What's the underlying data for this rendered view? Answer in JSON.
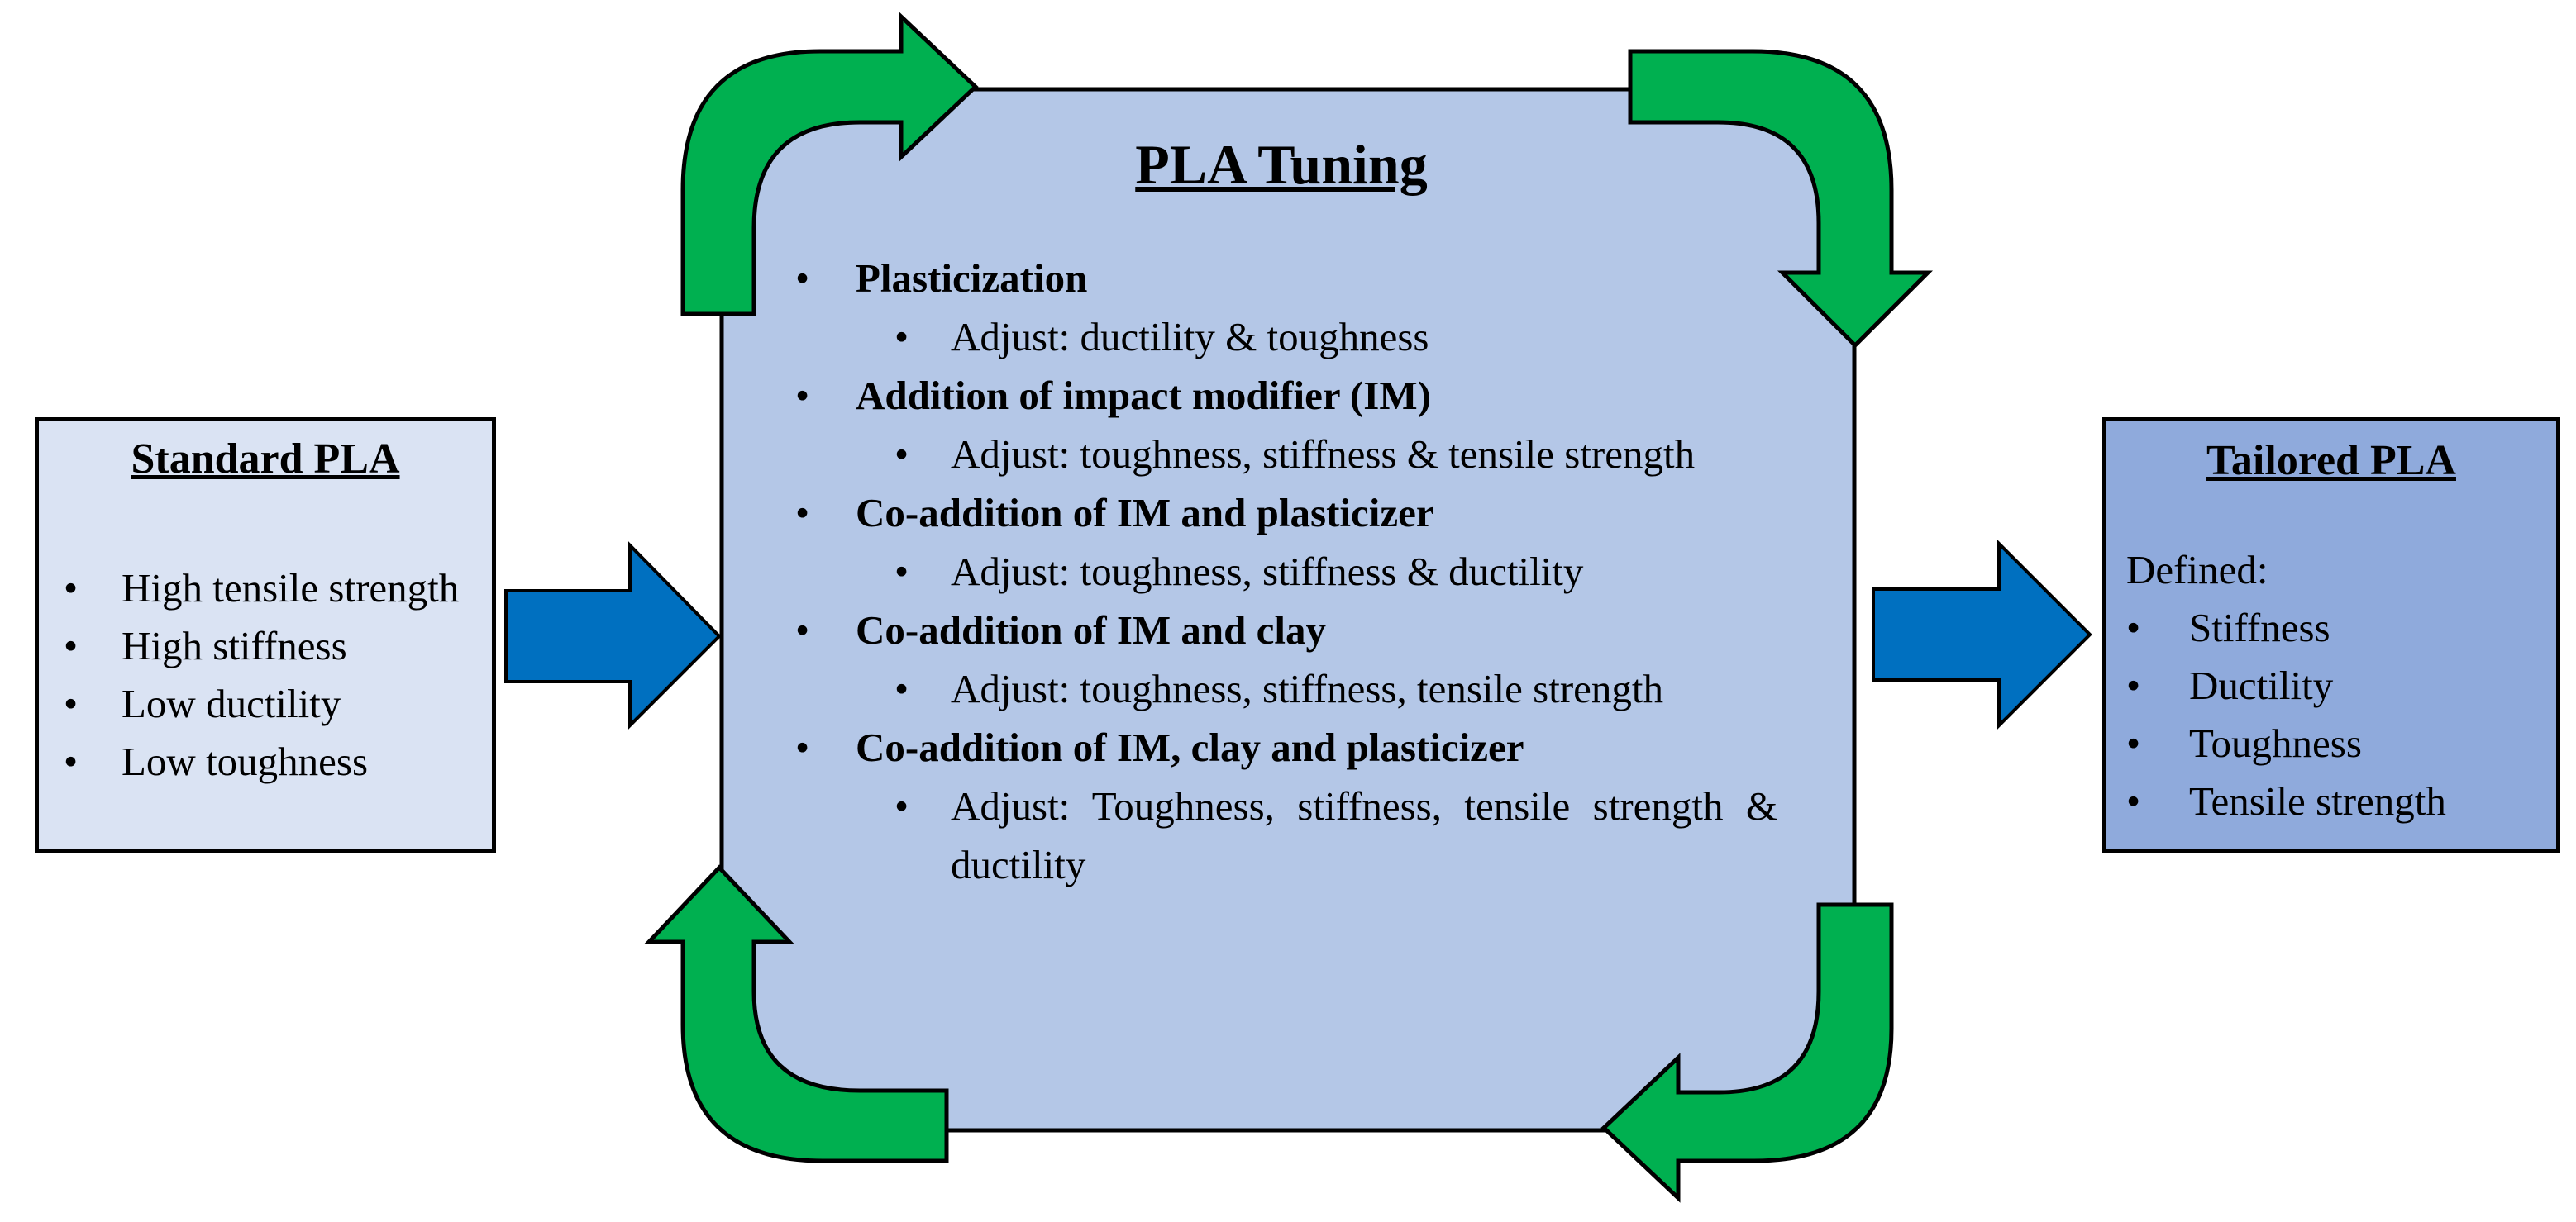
{
  "colors": {
    "standard_fill": "#dae3f3",
    "tuning_fill": "#b4c7e7",
    "tailored_fill": "#8faadc",
    "arrow_blue": "#0070c0",
    "arrow_green": "#00b050",
    "outline": "#000000"
  },
  "standard": {
    "title": "Standard PLA",
    "items": [
      "High tensile strength",
      "High stiffness",
      "Low ductility",
      "Low toughness"
    ]
  },
  "tuning": {
    "title": "PLA Tuning",
    "items": [
      {
        "head": "Plasticization",
        "sub": "Adjust: ductility & toughness"
      },
      {
        "head": "Addition of impact modifier (IM)",
        "sub": "Adjust: toughness, stiffness & tensile strength"
      },
      {
        "head": "Co-addition of IM and plasticizer",
        "sub": "Adjust: toughness, stiffness & ductility"
      },
      {
        "head": "Co-addition of IM and clay",
        "sub": "Adjust: toughness, stiffness, tensile strength"
      },
      {
        "head": "Co-addition of IM, clay and plasticizer",
        "sub": "Adjust: Toughness, stiffness, tensile strength & ductility"
      }
    ]
  },
  "tailored": {
    "title": "Tailored PLA",
    "lead": "Defined:",
    "items": [
      "Stiffness",
      "Ductility",
      "Toughness",
      "Tensile strength"
    ]
  }
}
